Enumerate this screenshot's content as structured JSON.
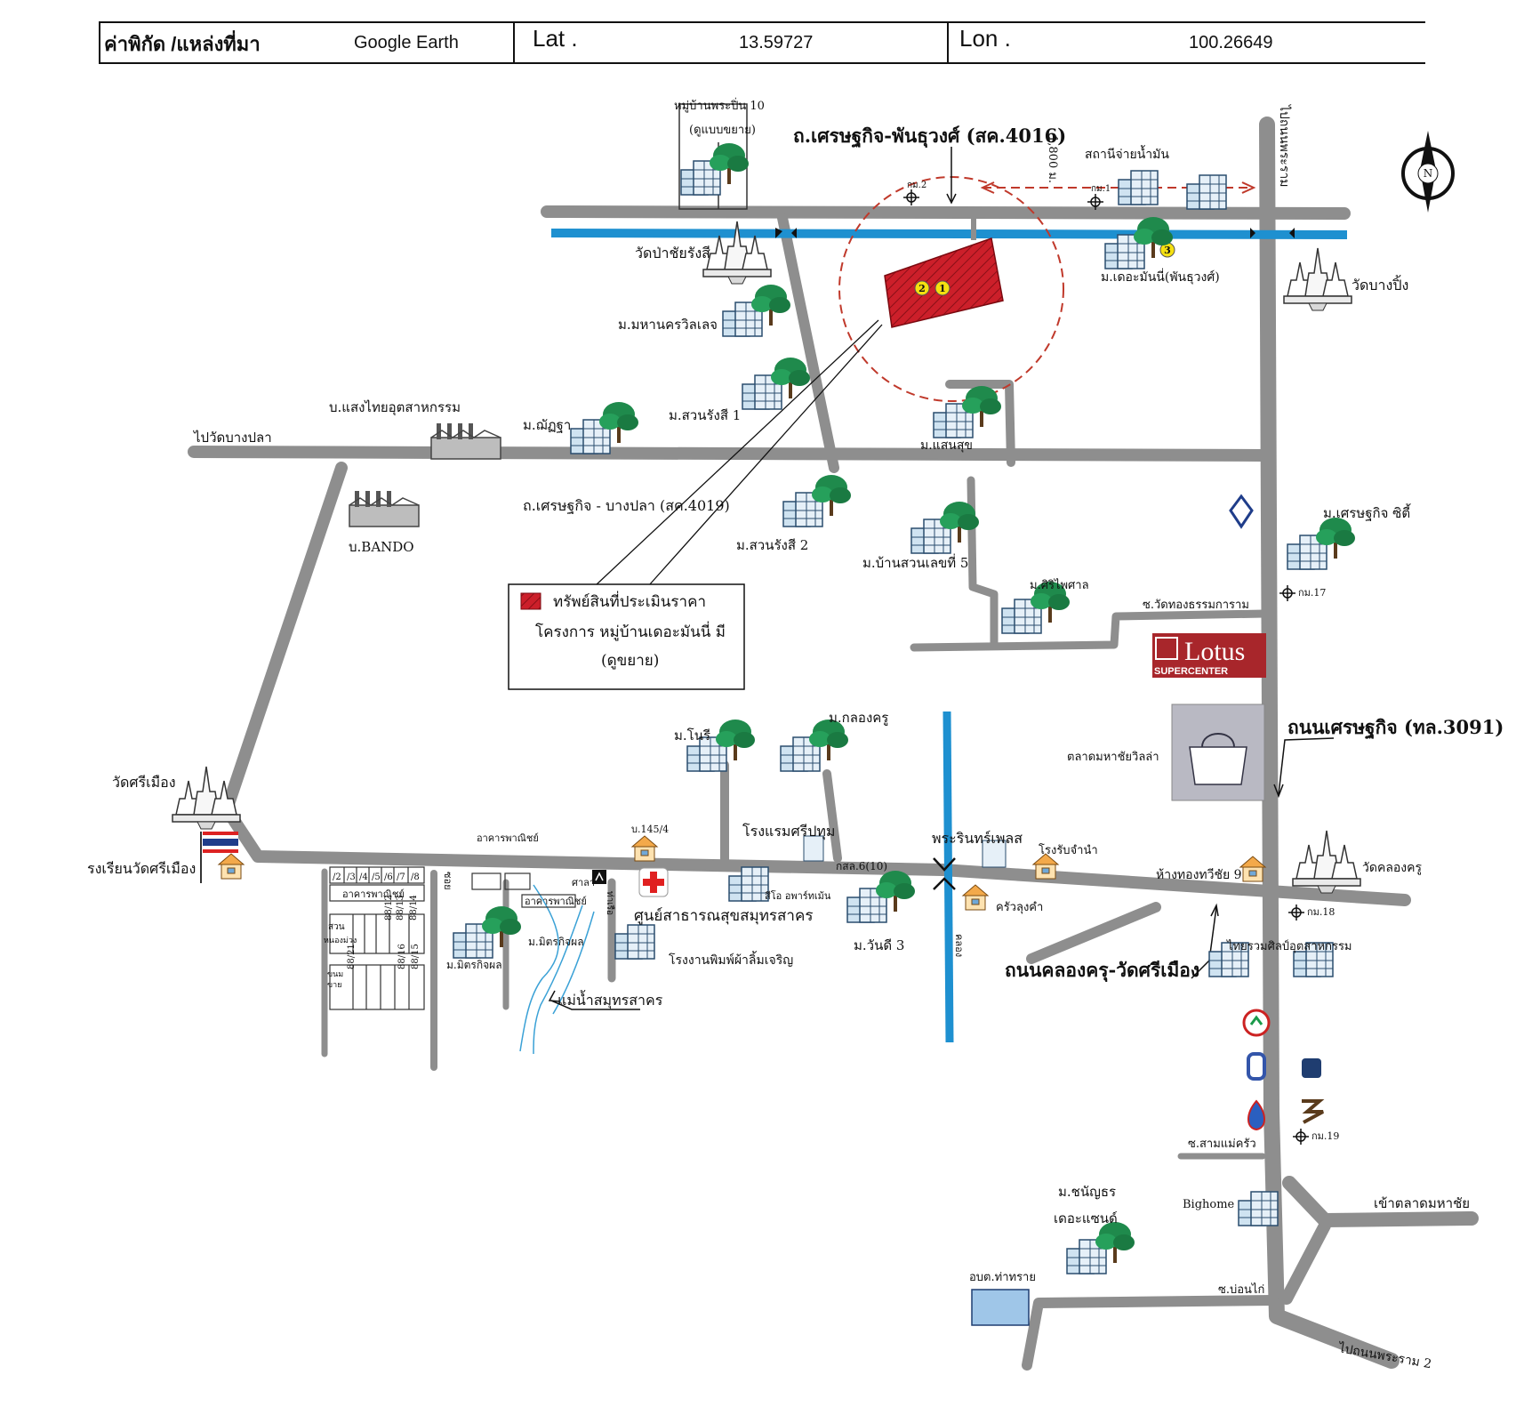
{
  "header": {
    "coord_label": "ค่าพิกัด /แหล่งที่มา",
    "source": "Google Earth",
    "lat_label": "Lat .",
    "lat_value": "13.59727",
    "lon_label": "Lon .",
    "lon_value": "100.26649"
  },
  "compass_label": "N",
  "road_labels": {
    "road_4016": "ถ.เศรษฐกิจ-พันธุวงศ์ (สค.4016)",
    "road_4019": "ถ.เศรษฐกิจ - บางปลา (สค.4019)",
    "road_3091": "ถนนเศรษฐกิจ (ทล.3091)",
    "road_klongkru": "ถนนคลองครุ-วัดศรีเมือง",
    "to_wat_bangpla": "ไปวัดบางปลา",
    "to_phetkasem": "ไปถนนพระราม",
    "to_rama2": "ไปถนนพระราม 2",
    "distance_1800": "1,800 ม.",
    "market_entrance": "เข้าตลาดมหาชัย",
    "soi_bonkai": "ซ.บ่อนไก่",
    "soi_sammaekrua": "ซ.สามแม่ครัว",
    "soi_wat_thongtham": "ซ.วัดทองธรรมการาม",
    "kor_6": "กสล.6(10)",
    "river": "แม่น้ำสมุทรสาคร"
  },
  "km_markers": [
    "กม.2",
    "กม.1",
    "กม.17",
    "กม.18",
    "กม.19"
  ],
  "places": {
    "moo10": "หมู่บ้านพระปิ่น 10",
    "moo10_note": "(ดูแบบขยาย)",
    "gas_station": "สถานีจ่ายน้ำมัน",
    "wat_pa_chairungsi": "วัดป่าชัยรังสี",
    "the_money": "ม.เดอะมันนี่(พันธุวงศ์)",
    "wat_bangping": "วัดบางปิ้ง",
    "mahanakorn": "ม.มหานครวิลเลจ",
    "suanrungsi1": "ม.สวนรังสี 1",
    "saengthai": "บ.แสงไทยอุตสาหกรรม",
    "chanya": "ม.ฌัฏฐา",
    "saensuk": "ม.แสนสุข",
    "bando": "บ.BANDO",
    "suanrungsi2": "ม.สวนรังสี 2",
    "baansuan5": "ม.บ้านสวนเลขที่ 5",
    "siriphaisan": "ม.ศิริไพศาล",
    "setthakit_city": "ม.เศรษฐกิจ ซิตี้",
    "lotus": "Lotus",
    "lotus_sub": "SUPERCENTER",
    "mahachai_villa": "ตลาดมหาชัยวิลล่า",
    "nori": "ม.โนรี",
    "klongkru": "ม.กลองครู",
    "wat_srimuang": "วัดศรีเมือง",
    "school_srimuang": "รงเรียนวัดศรีเมือง",
    "hotel_sripathum": "โรงแรมศรีปทุม",
    "phrarin_place": "พระรินทร์เพลส",
    "rongrub": "โรงรับจำนำ",
    "commercial1": "อาคารพาณิชย์",
    "commercial2": "อาคารพาณิชย์",
    "commercial3": "อาคารพาณิชย์",
    "sala": "ศาลา",
    "b145": "บ.145/4",
    "health_center": "ศูนย์สาธารณสุขสมุทรสาคร",
    "seto": "สีโอ อพาร์ทเม้น",
    "wanti3": "ม.วันดี 3",
    "hang_thong": "ห้างทองทวีชัย 9",
    "wat_klongkru": "วัดคลองครู",
    "krua_lungkam": "ครัวลุงคำ",
    "thairuam": "ไทยรวมศิลป์อุตสาหกรรม",
    "mitkitphon": "ม.มิตรกิจผล",
    "mitrakitphon": "ม.มิตรกิจผล",
    "printing": "โรงงานพิมพ์ผ้าลิ้มเจริญ",
    "chanyathorn": "ม.ชนัญธร",
    "the_sand": "เดอะแซนด์",
    "bighome": "Bighome",
    "obt_thasai": "อบต.ท่าทราย",
    "suan": "สวน",
    "nong": "หนองม่วง",
    "nong2": "ขนม",
    "nong3": "ขาย",
    "klong_label": "คลอง",
    "soi_label": "ซอย",
    "tha_ha_label": "ท่าเรือ"
  },
  "row_labels": [
    "/2",
    "/3",
    "/4",
    "/5",
    "/6",
    "/7",
    "/8",
    "88/12",
    "88/13",
    "88/14",
    "88/21",
    "88/16",
    "88/15"
  ],
  "legend": {
    "line1": "ทรัพย์สินที่ประเมินราคา",
    "line2": "โครงการ หมู่บ้านเดอะมันนี่ มี",
    "line3": "(ดูขยาย)"
  },
  "property_markers": [
    "2",
    "1",
    "3"
  ],
  "colors": {
    "road": "#8e8e8e",
    "canal": "#1e90d0",
    "property": "#cc1f2a",
    "marker": "#f5e010",
    "radius": "#c0392b"
  }
}
